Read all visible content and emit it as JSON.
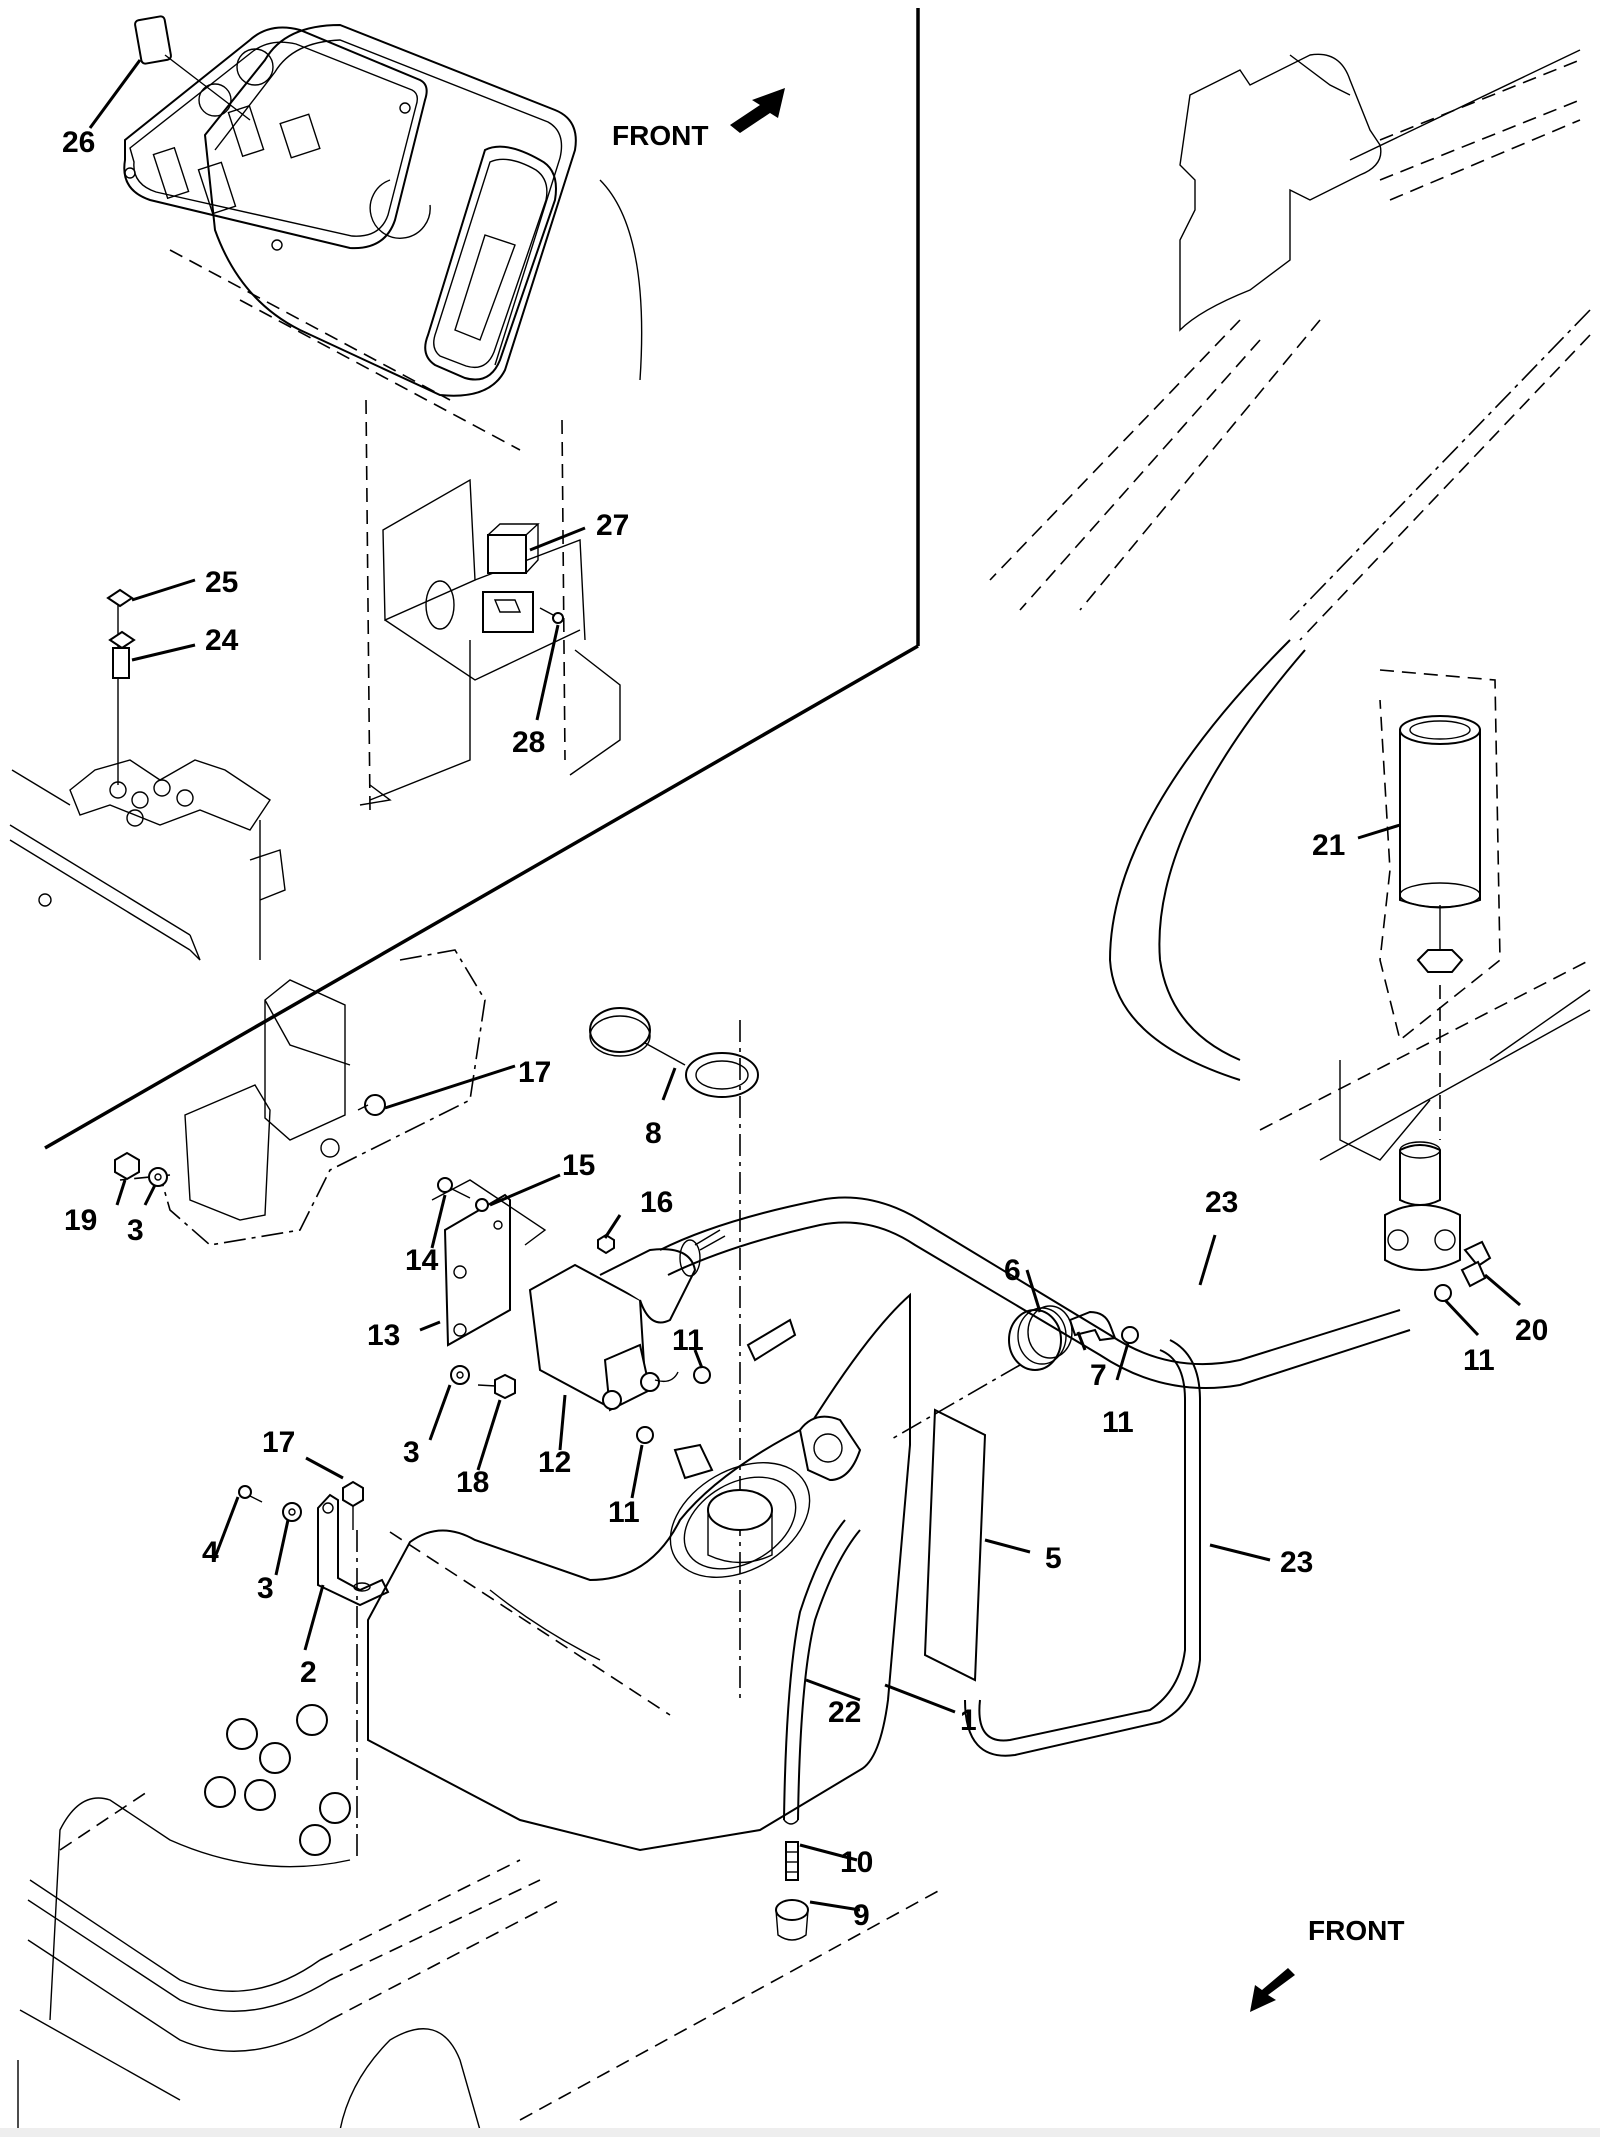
{
  "diagram": {
    "type": "exploded-parts-view",
    "orientation_labels": {
      "front_top": "FRONT",
      "front_bottom": "FRONT"
    },
    "callouts": [
      {
        "id": "c26",
        "label": "26"
      },
      {
        "id": "c27",
        "label": "27"
      },
      {
        "id": "c28",
        "label": "28"
      },
      {
        "id": "c25",
        "label": "25"
      },
      {
        "id": "c24",
        "label": "24"
      },
      {
        "id": "c17a",
        "label": "17"
      },
      {
        "id": "c8",
        "label": "8"
      },
      {
        "id": "c19",
        "label": "19"
      },
      {
        "id": "c3a",
        "label": "3"
      },
      {
        "id": "c15",
        "label": "15"
      },
      {
        "id": "c16",
        "label": "16"
      },
      {
        "id": "c14",
        "label": "14"
      },
      {
        "id": "c13",
        "label": "13"
      },
      {
        "id": "c11a",
        "label": "11"
      },
      {
        "id": "c3b",
        "label": "3"
      },
      {
        "id": "c18",
        "label": "18"
      },
      {
        "id": "c12",
        "label": "12"
      },
      {
        "id": "c11b",
        "label": "11"
      },
      {
        "id": "c17b",
        "label": "17"
      },
      {
        "id": "c4",
        "label": "4"
      },
      {
        "id": "c3c",
        "label": "3"
      },
      {
        "id": "c2",
        "label": "2"
      },
      {
        "id": "c22",
        "label": "22"
      },
      {
        "id": "c1",
        "label": "1"
      },
      {
        "id": "c10",
        "label": "10"
      },
      {
        "id": "c9",
        "label": "9"
      },
      {
        "id": "c6",
        "label": "6"
      },
      {
        "id": "c7",
        "label": "7"
      },
      {
        "id": "c11c",
        "label": "11"
      },
      {
        "id": "c5",
        "label": "5"
      },
      {
        "id": "c23a",
        "label": "23"
      },
      {
        "id": "c23b",
        "label": "23"
      },
      {
        "id": "c11d",
        "label": "11"
      },
      {
        "id": "c20",
        "label": "20"
      },
      {
        "id": "c21",
        "label": "21"
      }
    ]
  }
}
